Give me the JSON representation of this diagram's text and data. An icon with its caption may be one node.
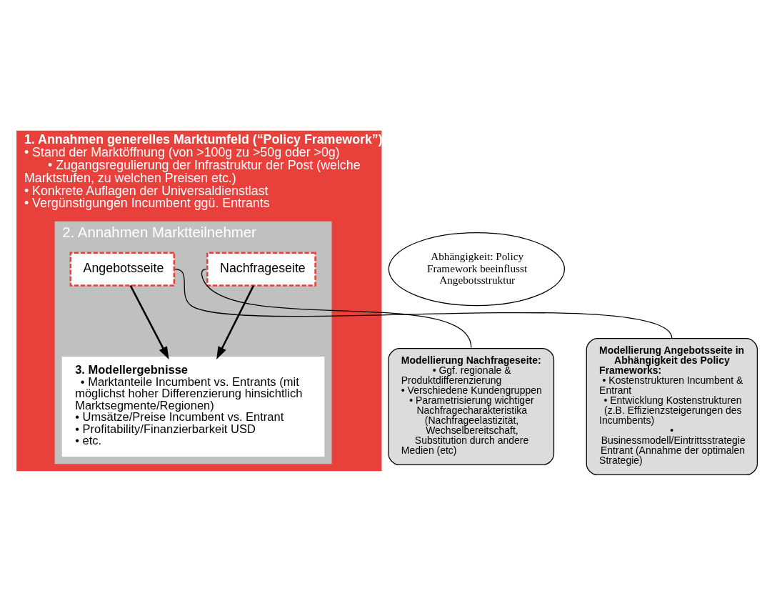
{
  "diagram": {
    "nodes": [
      {
        "text": [
          "1. Annahmen generelles Marktumfeld (“Policy Framework”)",
          "• Stand der Marktöffnung (von >100g zu >50g oder >0g)",
          "• Zugangsregulierung der Infrastruktur der Post (welche Marktstufen, zu welchen Preisen etc.)",
          "• Konkrete Auflagen der Universaldienstlast",
          "• Vergünstigungen Incumbent ggü. Entrants"
        ]
      },
      {
        "text": [
          "Abhängigkeit: Policy Framework beeinflusst Angebotsstruktur"
        ]
      },
      {
        "text": [
          "2. Annahmen Marktteilnehmer"
        ],
        "in": 0
      },
      {
        "text": [
          "Nachfrageseite"
        ],
        "in": 2
      },
      {
        "text": [
          "Angebotsseite"
        ],
        "in": 2
      },
      {
        "text": [
          "3. Modellergebnisse",
          "• Marktanteile Incumbent vs. Entrants (mit möglichst hoher Differenzierung hinsichtlich Marktsegmente/Regionen)",
          "• Umsätze/Preise Incumbent vs. Entrant",
          "• Profitability/Finanzierbarkeit USD",
          "• etc."
        ],
        "in": 2
      },
      {
        "text": [
          "Modellierung Nachfrageseite:",
          "• Ggf. regionale & Produktdifferenzierung",
          "• Verschiedene Kundengruppen",
          "• Parametrisierung wichtiger Nachfragecharakteristika (Nachfrageelastizität, Wechselbereitschaft, Substitution durch andere Medien (etc)"
        ]
      },
      {
        "text": [
          "Modellierung Angebotsseite in Abhängigkeit des Policy Frameworks:",
          "• Kostenstrukturen Incumbent & Entrant",
          "• Entwicklung Kostenstrukturen (z.B. Effizienzsteigerungen des Incumbents)",
          "• Businessmodell/Eintrittsstrategie Entrant (Annahme der optimalen Strategie)"
        ]
      }
    ],
    "edges": [
      {
        "from": 3,
        "to": 5,
        "arrow": "to"
      },
      {
        "from": 4,
        "to": 5,
        "arrow": "to"
      },
      {
        "from": 6,
        "to": 3,
        "arrow": "none"
      },
      {
        "from": 7,
        "to": 4,
        "arrow": "none"
      }
    ]
  }
}
